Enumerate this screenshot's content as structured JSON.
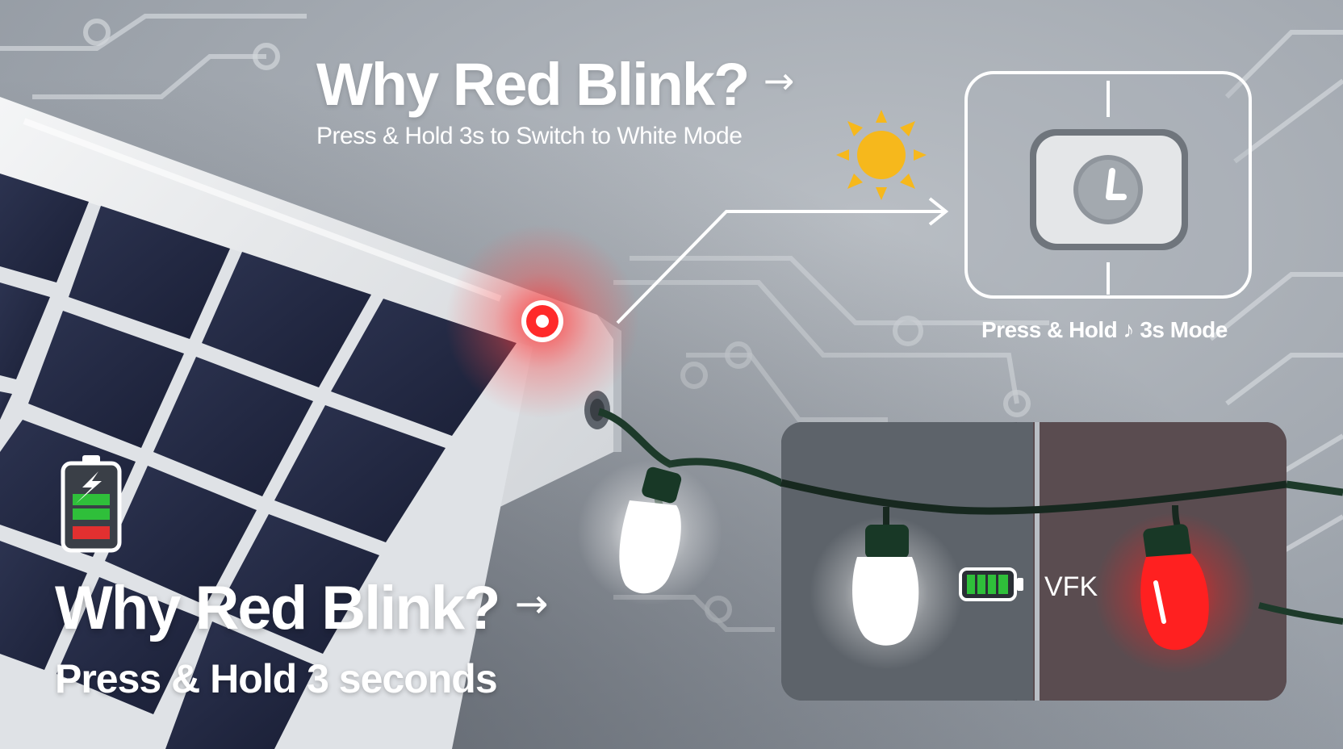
{
  "top": {
    "headline": "Why Red Blink?",
    "arrow": "→",
    "subtitle": "Press & Hold 3s to Switch to White Mode"
  },
  "button_panel": {
    "caption": "Press & Hold ♪ 3s Mode"
  },
  "bottom": {
    "headline": "Why Red Blink?",
    "arrow": "→",
    "subtitle": "Press & Hold 3 seconds"
  },
  "comparison": {
    "label": "VFK"
  },
  "icons": {
    "sun": "sun-icon",
    "battery_vertical": "battery-charging-icon",
    "battery_horizontal": "battery-full-icon",
    "power_button": "power-button-icon"
  },
  "colors": {
    "background": "#9fa6ae",
    "indicator_red": "#ff2a2a",
    "sun_yellow": "#f6b81c",
    "battery_green": "#2fbf3a",
    "bulb_white": "#ffffff",
    "bulb_red": "#ff2020"
  }
}
